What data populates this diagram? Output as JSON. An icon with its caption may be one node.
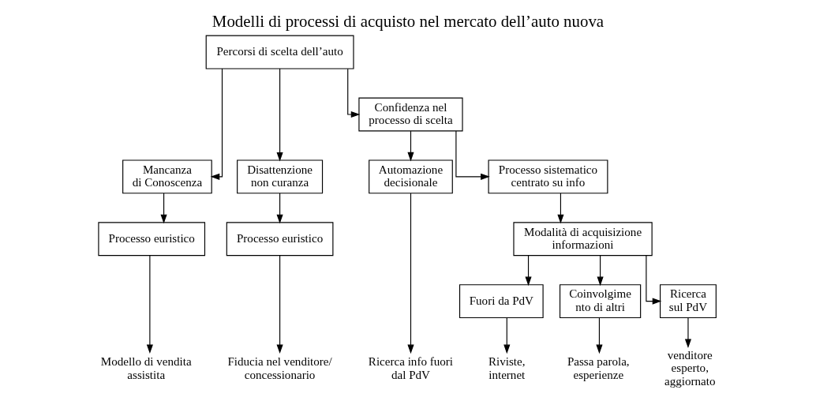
{
  "diagram": {
    "title": "Modelli di processi di acquisto nel mercato dell’auto nuova",
    "nodes": [
      {
        "text": [
          "Percorsi di scelta dell’auto"
        ]
      },
      {
        "text": [
          "Mancanza di Conoscenza"
        ]
      },
      {
        "text": [
          "Disattenzione non curanza"
        ]
      },
      {
        "text": [
          "Confidenza nel processo di scelta"
        ]
      },
      {
        "text": [
          "Automazione decisionale"
        ]
      },
      {
        "text": [
          "Processo sistematico centrato su info"
        ]
      },
      {
        "text": [
          "Processo euristico"
        ]
      },
      {
        "text": [
          "Processo euristico"
        ]
      },
      {
        "text": [
          "Modalità di acquisizione informazioni"
        ]
      },
      {
        "text": [
          "Fuori da PdV"
        ]
      },
      {
        "text": [
          "Coinvolgime nto di altri"
        ]
      },
      {
        "text": [
          "Ricerca sul PdV"
        ]
      },
      {
        "text": [
          "Modello di vendita assistita"
        ]
      },
      {
        "text": [
          "Fiducia nel venditore/ concessionario"
        ]
      },
      {
        "text": [
          "Ricerca info fuori dal PdV"
        ]
      },
      {
        "text": [
          "Riviste, internet"
        ]
      },
      {
        "text": [
          "Passa parola, esperienze"
        ]
      },
      {
        "text": [
          "venditore esperto, aggiornato"
        ]
      }
    ],
    "edges": [
      {
        "from": 0,
        "to": 1,
        "arrow": "to"
      },
      {
        "from": 0,
        "to": 2,
        "arrow": "to"
      },
      {
        "from": 0,
        "to": 3,
        "arrow": "to"
      },
      {
        "from": 3,
        "to": 4,
        "arrow": "to"
      },
      {
        "from": 3,
        "to": 5,
        "arrow": "to"
      },
      {
        "from": 1,
        "to": 6,
        "arrow": "to"
      },
      {
        "from": 2,
        "to": 7,
        "arrow": "to"
      },
      {
        "from": 5,
        "to": 8,
        "arrow": "to"
      },
      {
        "from": 8,
        "to": 9,
        "arrow": "to"
      },
      {
        "from": 8,
        "to": 10,
        "arrow": "to"
      },
      {
        "from": 8,
        "to": 11,
        "arrow": "to"
      },
      {
        "from": 6,
        "to": 12,
        "arrow": "to"
      },
      {
        "from": 7,
        "to": 13,
        "arrow": "to"
      },
      {
        "from": 4,
        "to": 14,
        "arrow": "to"
      },
      {
        "from": 9,
        "to": 15,
        "arrow": "to"
      },
      {
        "from": 10,
        "to": 16,
        "arrow": "to"
      },
      {
        "from": 11,
        "to": 17,
        "arrow": "to"
      }
    ]
  }
}
